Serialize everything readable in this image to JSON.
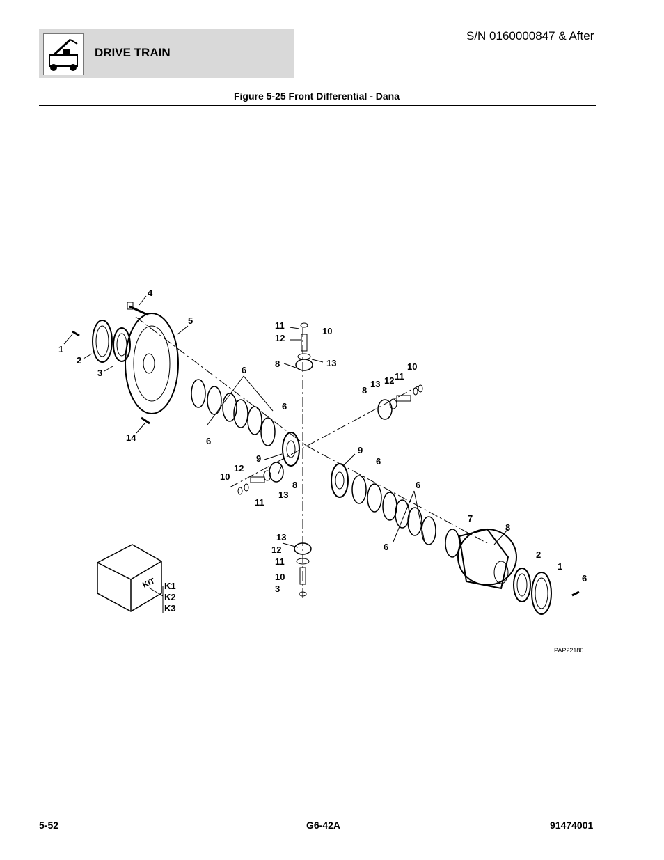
{
  "header": {
    "section_title": "DRIVE TRAIN",
    "serial": "S/N 0160000847 & After",
    "logo_icon": "machine-icon"
  },
  "figure": {
    "title": "Figure 5-25 Front Differential - Dana",
    "code": "PAP22180",
    "kit_box_text": "KIT",
    "kit_labels": [
      "K1",
      "K2",
      "K3"
    ],
    "callouts": [
      "4",
      "5",
      "1",
      "2",
      "3",
      "14",
      "11",
      "10",
      "12",
      "8",
      "13",
      "6",
      "6",
      "6",
      "10",
      "11",
      "12",
      "13",
      "8",
      "9",
      "12",
      "10",
      "11",
      "13",
      "8",
      "9",
      "6",
      "6",
      "6",
      "7",
      "8",
      "13",
      "12",
      "11",
      "10",
      "3",
      "2",
      "1",
      "6"
    ]
  },
  "footer": {
    "page": "5-52",
    "model": "G6-42A",
    "doc": "91474001"
  }
}
